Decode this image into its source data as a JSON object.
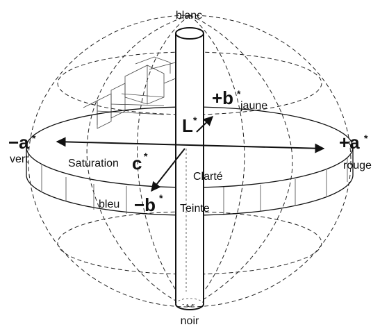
{
  "labels": {
    "top": "blanc",
    "bottom": "noir",
    "neg_a_main": "−a",
    "neg_a_sup": "*",
    "neg_a_name": "vert",
    "pos_a_main": "+a",
    "pos_a_sup": "*",
    "pos_a_name": "rouge",
    "pos_b_main": "+b",
    "pos_b_sup": "*",
    "pos_b_name": "jaune",
    "neg_b_main": "−b",
    "neg_b_sup": "*",
    "neg_b_name": "bleu",
    "l_main": "L",
    "l_sup": "*",
    "saturation": "Saturation",
    "c_main": "c",
    "c_sup": "*",
    "clarte": "Clarté",
    "teinte": "Teinte"
  }
}
